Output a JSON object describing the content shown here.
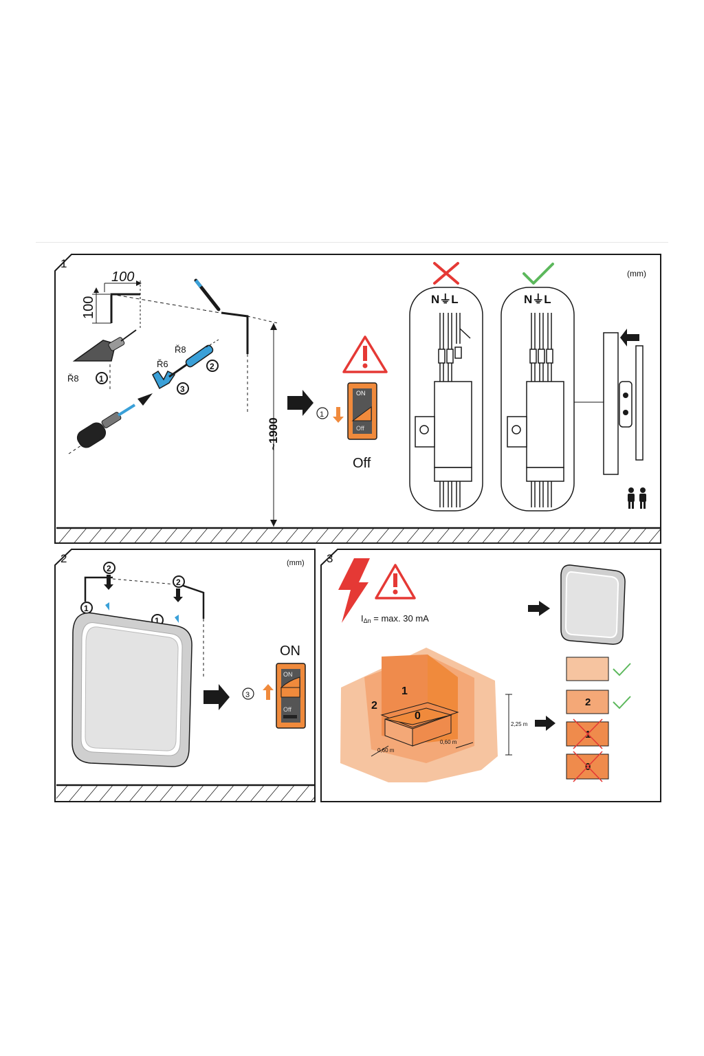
{
  "colors": {
    "outline": "#1a1a1a",
    "orange": "#f08a3c",
    "orange_dark": "#e8782e",
    "zone_light": "#f6c4a0",
    "zone_mid": "#f4a877",
    "zone_dark": "#ef8b4c",
    "blue_part": "#3aa0d8",
    "red_mark": "#e53935",
    "green_mark": "#5cb85c",
    "mirror_fill": "#e3e3e3"
  },
  "panel1": {
    "number": "1",
    "unit": "(mm)",
    "dim_horizontal": "100",
    "dim_vertical": "100",
    "height": "~1900",
    "drill_size": "Ř8",
    "plug_size": "Ř8",
    "screw_size": "Ř6",
    "step1": "1",
    "step2": "2",
    "step3": "3",
    "switch_step": "1",
    "switch_on": "ON",
    "switch_off": "Off",
    "off_label": "Off",
    "terminal_labels": "N⏚L",
    "wrong_icon": "cross-icon",
    "correct_icon": "check-icon",
    "warning_icon": "warning-triangle-icon",
    "persons_icon": "two-persons-icon"
  },
  "panel2": {
    "number": "2",
    "unit": "(mm)",
    "step1": "1",
    "step2": "2",
    "switch_step": "3",
    "on_label": "ON",
    "switch_on": "ON",
    "switch_off": "Off"
  },
  "panel3": {
    "number": "3",
    "rcd_prefix": "I",
    "rcd_sub": "Δn",
    "rcd_value": " = max. 30 mA",
    "zone0": "0",
    "zone1": "1",
    "zone2": "2",
    "dist_left": "0,60 m",
    "dist_right": "0,60 m",
    "room_height": "2,25 m",
    "allowed_zones": [
      "",
      "2"
    ],
    "forbidden_zones": [
      "1",
      "0"
    ]
  }
}
